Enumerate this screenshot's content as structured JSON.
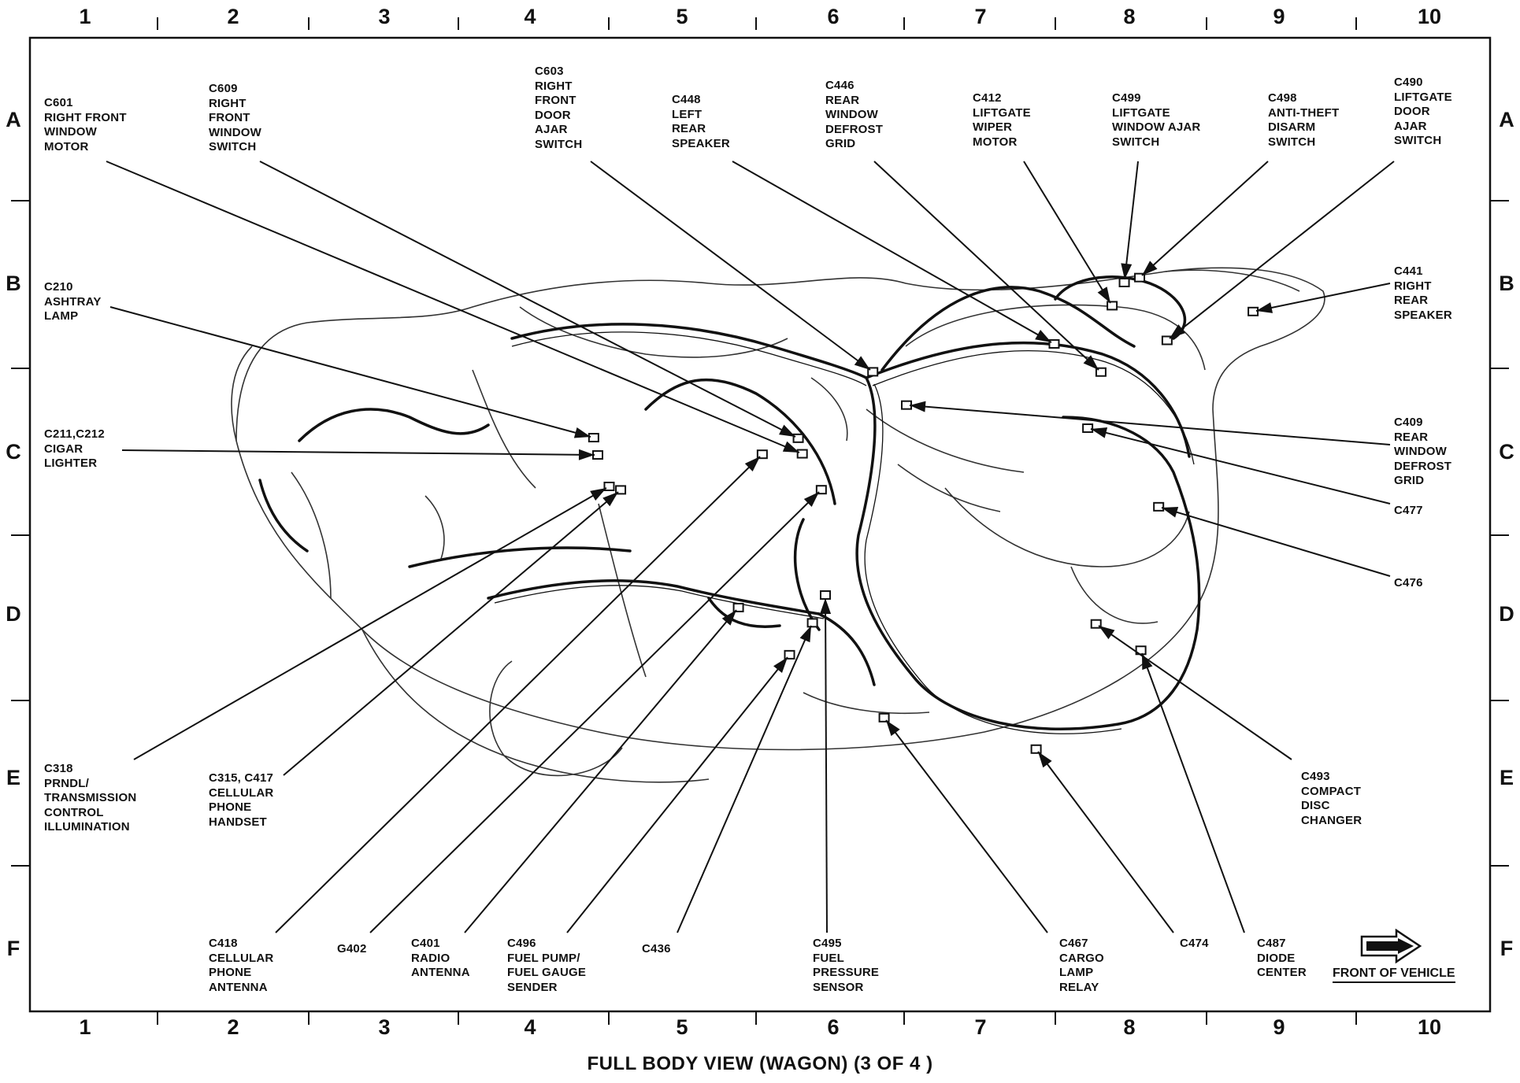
{
  "title": "FULL BODY VIEW (WAGON) (3 OF 4 )",
  "grid": {
    "columns": [
      "1",
      "2",
      "3",
      "4",
      "5",
      "6",
      "7",
      "8",
      "9",
      "10"
    ],
    "rows": [
      "A",
      "B",
      "C",
      "D",
      "E",
      "F"
    ]
  },
  "front_indicator": {
    "label": "FRONT OF VEHICLE",
    "icon": "front-arrow-icon"
  },
  "callouts": [
    {
      "id": "c601",
      "lines": [
        "C601",
        "RIGHT FRONT",
        "WINDOW",
        "MOTOR"
      ]
    },
    {
      "id": "c609",
      "lines": [
        "C609",
        "RIGHT",
        "FRONT",
        "WINDOW",
        "SWITCH"
      ]
    },
    {
      "id": "c603",
      "lines": [
        "C603",
        "RIGHT",
        "FRONT",
        "DOOR",
        "AJAR",
        "SWITCH"
      ]
    },
    {
      "id": "c448",
      "lines": [
        "C448",
        "LEFT",
        "REAR",
        "SPEAKER"
      ]
    },
    {
      "id": "c446",
      "lines": [
        "C446",
        "REAR",
        "WINDOW",
        "DEFROST",
        "GRID"
      ]
    },
    {
      "id": "c412",
      "lines": [
        "C412",
        "LIFTGATE",
        "WIPER",
        "MOTOR"
      ]
    },
    {
      "id": "c499",
      "lines": [
        "C499",
        "LIFTGATE",
        "WINDOW AJAR",
        "SWITCH"
      ]
    },
    {
      "id": "c498",
      "lines": [
        "C498",
        "ANTI-THEFT",
        "DISARM",
        "SWITCH"
      ]
    },
    {
      "id": "c490",
      "lines": [
        "C490",
        "LIFTGATE",
        "DOOR",
        "AJAR",
        "SWITCH"
      ]
    },
    {
      "id": "c441",
      "lines": [
        "C441",
        "RIGHT",
        "REAR",
        "SPEAKER"
      ]
    },
    {
      "id": "c210",
      "lines": [
        "C210",
        "ASHTRAY",
        "LAMP"
      ]
    },
    {
      "id": "c211",
      "lines": [
        "C211,C212",
        "CIGAR",
        "LIGHTER"
      ]
    },
    {
      "id": "c409",
      "lines": [
        "C409",
        "REAR",
        "WINDOW",
        "DEFROST",
        "GRID"
      ]
    },
    {
      "id": "c477",
      "lines": [
        "C477"
      ]
    },
    {
      "id": "c476",
      "lines": [
        "C476"
      ]
    },
    {
      "id": "c318",
      "lines": [
        "C318",
        "PRNDL/",
        "TRANSMISSION",
        "CONTROL",
        "ILLUMINATION"
      ]
    },
    {
      "id": "c315",
      "lines": [
        "C315, C417",
        "CELLULAR",
        "PHONE",
        "HANDSET"
      ]
    },
    {
      "id": "c493",
      "lines": [
        "C493",
        "COMPACT",
        "DISC",
        "CHANGER"
      ]
    },
    {
      "id": "c418",
      "lines": [
        "C418",
        "CELLULAR",
        "PHONE",
        "ANTENNA"
      ]
    },
    {
      "id": "g402",
      "lines": [
        "G402"
      ]
    },
    {
      "id": "c401",
      "lines": [
        "C401",
        "RADIO",
        "ANTENNA"
      ]
    },
    {
      "id": "c496",
      "lines": [
        "C496",
        "FUEL PUMP/",
        "FUEL GAUGE",
        "SENDER"
      ]
    },
    {
      "id": "c436",
      "lines": [
        "C436"
      ]
    },
    {
      "id": "c495",
      "lines": [
        "C495",
        "FUEL",
        "PRESSURE",
        "SENSOR"
      ]
    },
    {
      "id": "c467",
      "lines": [
        "C467",
        "CARGO",
        "LAMP",
        "RELAY"
      ]
    },
    {
      "id": "c474",
      "lines": [
        "C474"
      ]
    },
    {
      "id": "c487",
      "lines": [
        "C487",
        "DIODE",
        "CENTER"
      ]
    }
  ]
}
